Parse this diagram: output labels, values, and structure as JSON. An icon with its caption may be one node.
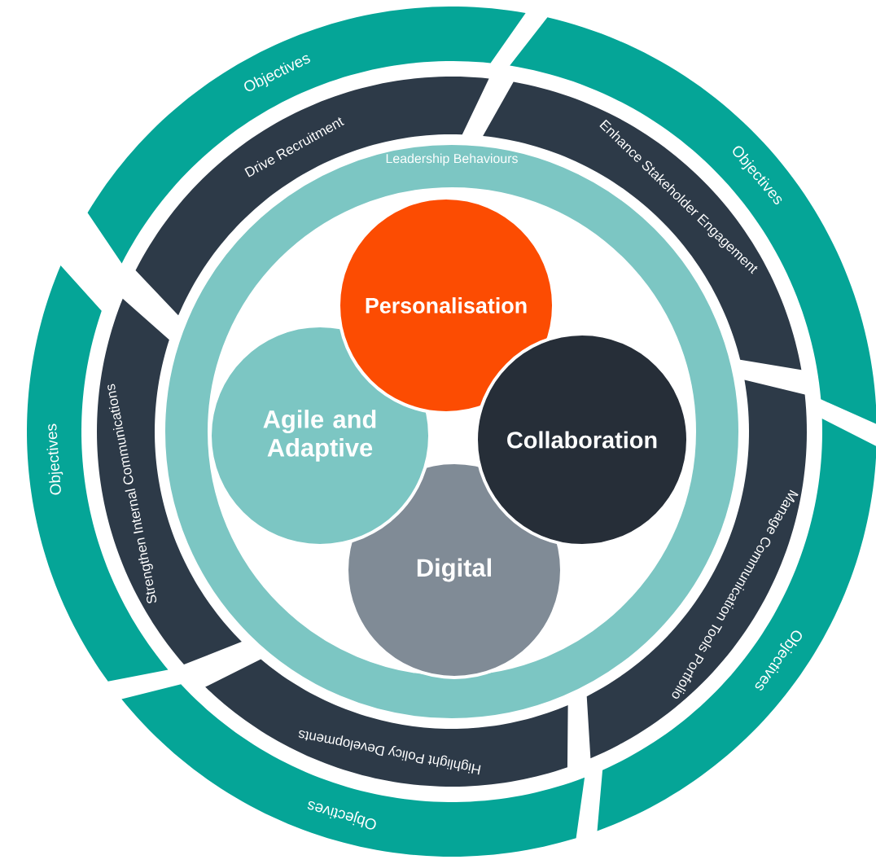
{
  "diagram": {
    "nodes": [
      {
        "text": [
          "Objectives"
        ]
      },
      {
        "text": [
          "Objectives"
        ]
      },
      {
        "text": [
          "Objectives"
        ]
      },
      {
        "text": [
          "Objectives"
        ]
      },
      {
        "text": [
          "Objectives"
        ]
      },
      {
        "text": [
          "Drive Recruitment"
        ]
      },
      {
        "text": [
          "Enhance Stakeholder Engagement"
        ]
      },
      {
        "text": [
          "Manage Communication Tools Portfolio"
        ]
      },
      {
        "text": [
          "Highlight Policy Developments"
        ]
      },
      {
        "text": [
          "Strengthen Internal Communications"
        ]
      },
      {
        "text": [
          "Leadership Behaviours"
        ]
      },
      {
        "text": [
          "Personalisation"
        ],
        "in": 10
      },
      {
        "text": [
          "Agile and Adaptive"
        ],
        "in": 10
      },
      {
        "text": [
          "Collaboration"
        ],
        "in": 10
      },
      {
        "text": [
          "Digital"
        ],
        "in": 10
      }
    ]
  }
}
